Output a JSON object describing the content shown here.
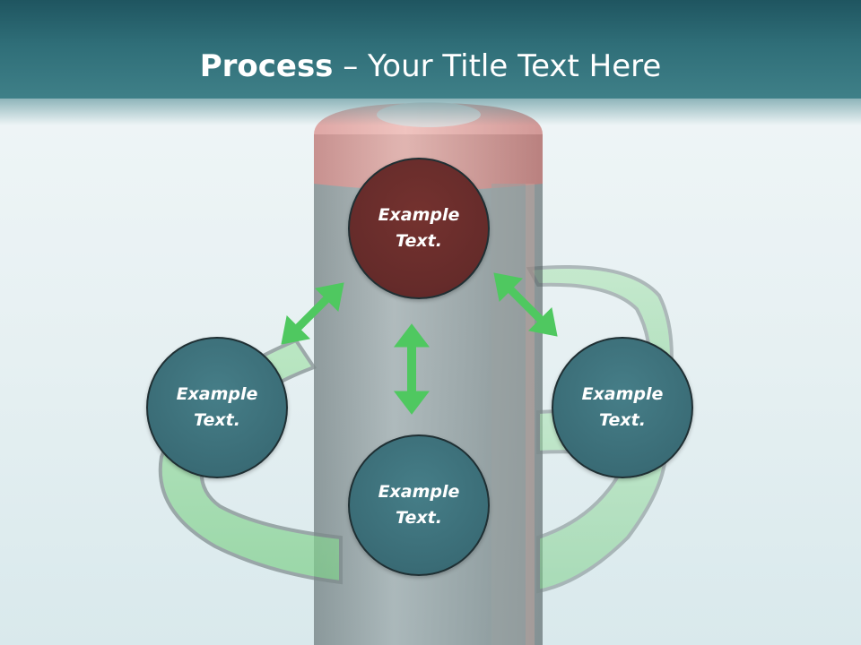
{
  "title": {
    "bold": "Process",
    "rest": " – Your Title Text Here"
  },
  "nodes": {
    "top": "Example Text.",
    "left": "Example Text.",
    "right": "Example Text.",
    "bottom": "Example Text."
  },
  "colors": {
    "header": "#2f6e78",
    "node_teal": "#3a6c76",
    "node_top": "#652b2a",
    "arrow": "#4fc860"
  }
}
